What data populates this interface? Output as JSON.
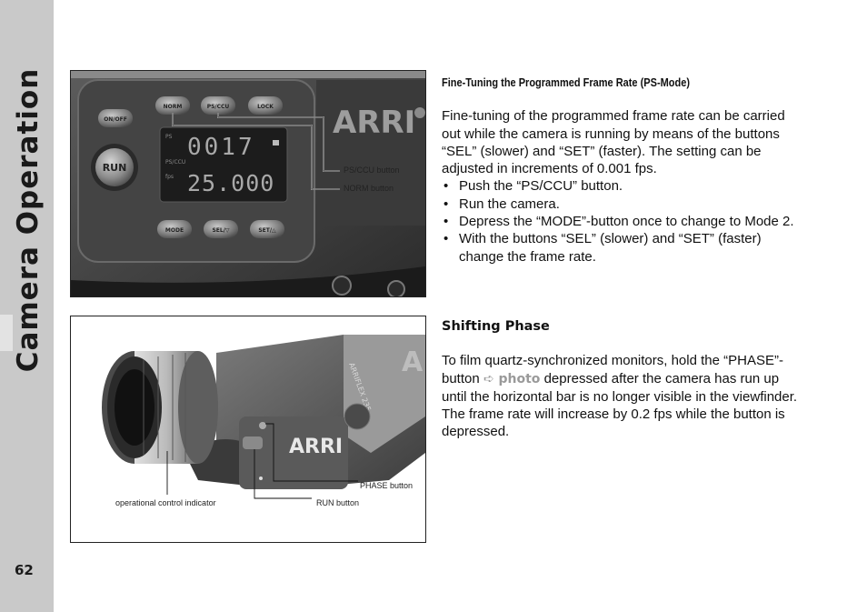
{
  "sidebar": {
    "section_title": "Camera Operation",
    "page_number": "62"
  },
  "figure1": {
    "display_top": "0017",
    "display_bottom": "25.000",
    "brand": "ARRI",
    "buttons": {
      "norm": "NORM",
      "psccu": "PS/CCU",
      "lock": "LOCK",
      "onoff": "ON/OFF",
      "run": "RUN",
      "mode": "MODE",
      "sel": "SEL/▽",
      "set": "SET/△"
    },
    "display_labels": {
      "ps": "PS",
      "psccu": "PS/CCU",
      "fps": "fps"
    },
    "callouts": {
      "psccu": "PS/CCU button",
      "norm": "NORM button"
    }
  },
  "figure2": {
    "brand": "ARRI",
    "model_text": "ARRIFLEX 235",
    "callouts": {
      "phase": "PHASE button",
      "run": "RUN button",
      "indicator": "operational control indicator"
    }
  },
  "section1": {
    "heading": "Fine-Tuning the Programmed Frame Rate (PS-Mode)",
    "intro": "Fine-tuning of the programmed frame rate can be carried out while the camera is running by means of the buttons “SEL” (slower) and “SET” (faster). The setting can be adjusted in increments of 0.001 fps.",
    "steps": [
      "Push the “PS/CCU” button.",
      "Run the camera.",
      "Depress the “MODE”-button once to change to Mode 2.",
      "With the buttons “SEL” (slower) and “SET” (faster) change the frame rate."
    ]
  },
  "section2": {
    "heading": "Shifting Phase",
    "body_before": "To film quartz-synchronized monitors, hold the “PHASE”-button ",
    "photo_ref": "➪ photo",
    "body_after": " depressed after the camera has run up until the horizontal bar is no longer visible in the viewfinder. The frame rate will increase by 0.2 fps while the button is depressed."
  },
  "colors": {
    "sidebar": "#c9c9c9",
    "photo_ref": "#9a9a9a"
  }
}
